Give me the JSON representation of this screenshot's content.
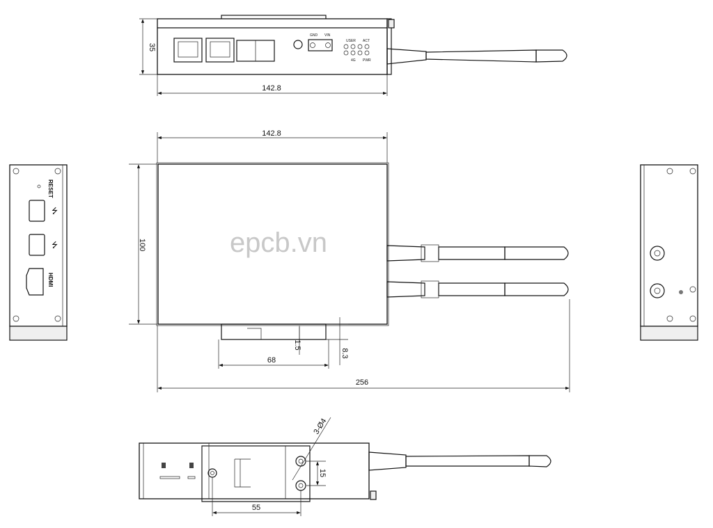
{
  "watermark": "epcb.vn",
  "dimensions": {
    "top_height": "35",
    "top_width": "142.8",
    "front_width": "142.8",
    "front_height": "100",
    "rail_offset": "1.5",
    "rail_depth": "8.3",
    "rail_width": "68",
    "total_width": "256",
    "hole_spec": "3-Ø4",
    "hole_spacing": "15",
    "hole_offset": "55"
  },
  "left_panel": {
    "reset": "RESET",
    "hdmi": "HDMI"
  },
  "top_panel": {
    "vin": "VIN",
    "gnd": "GND",
    "act": "ACT",
    "pwr": "PWR",
    "user": "USER",
    "g4": "4G"
  },
  "colors": {
    "line": "#111111",
    "panel": "#efefef",
    "watermark": "#c8c8c8"
  }
}
